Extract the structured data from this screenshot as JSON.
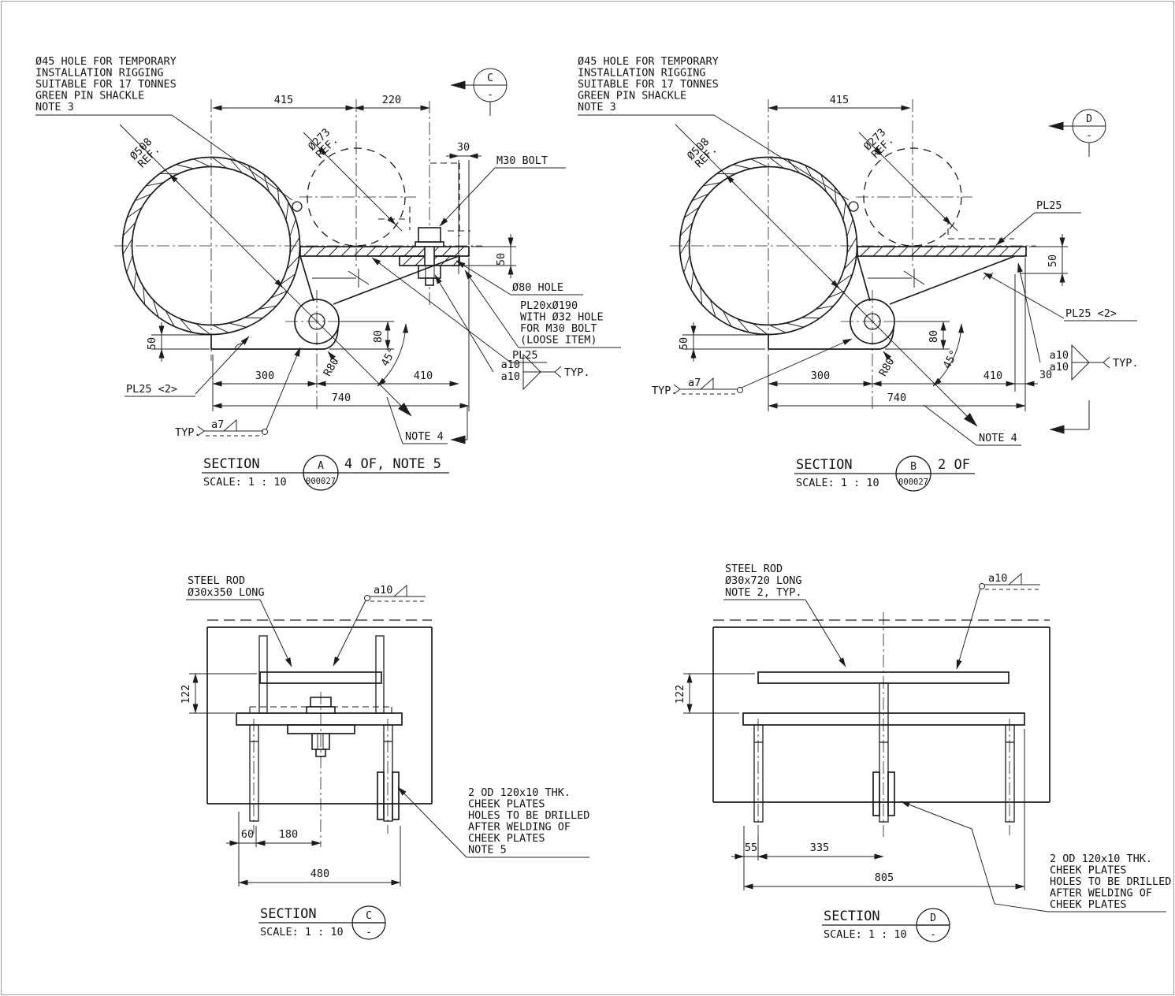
{
  "notes": {
    "rigging": [
      "Ø45 HOLE FOR TEMPORARY",
      "INSTALLATION RIGGING",
      "SUITABLE FOR 17 TONNES",
      "GREEN PIN SHACKLE",
      "NOTE 3"
    ],
    "cheek_c": [
      "2 OD 120x10 THK.",
      "CHEEK PLATES",
      "HOLES TO BE DRILLED",
      "AFTER WELDING OF",
      "CHEEK PLATES",
      "NOTE 5"
    ],
    "cheek_d": [
      "2 OD 120x10 THK.",
      "CHEEK PLATES",
      "HOLES TO BE DRILLED",
      "AFTER WELDING OF",
      "CHEEK PLATES"
    ],
    "rod_c": [
      "STEEL ROD",
      "Ø30x350 LONG"
    ],
    "rod_d": [
      "STEEL ROD",
      "Ø30x720 LONG",
      "NOTE 2, TYP."
    ],
    "loose": [
      "PL20xØ190",
      "WITH Ø32 HOLE",
      "FOR M30 BOLT",
      "(LOOSE ITEM)"
    ]
  },
  "labels": {
    "dia508": "Ø508",
    "dia273": "Ø273",
    "ref": "REF.",
    "m30": "M30 BOLT",
    "hole80": "Ø80 HOLE",
    "pl25": "PL25",
    "pl25_2": "PL25 <2>",
    "note4": "NOTE 4",
    "typ": "TYP.",
    "a10": "a10",
    "a7": "a7",
    "r80": "R80",
    "deg45": "45°"
  },
  "dims": {
    "d415": "415",
    "d220": "220",
    "d30": "30",
    "d50": "50",
    "d300": "300",
    "d410": "410",
    "d740": "740",
    "d80": "80",
    "d122": "122",
    "d60": "60",
    "d180": "180",
    "d480": "480",
    "d55": "55",
    "d335": "335",
    "d805": "805"
  },
  "titles": {
    "a": {
      "label": "SECTION",
      "scale": "SCALE: 1 : 10",
      "bubble": "A",
      "num": "000027",
      "suffix": "4 OF, NOTE 5"
    },
    "b": {
      "label": "SECTION",
      "scale": "SCALE: 1 : 10",
      "bubble": "B",
      "num": "000027",
      "suffix": "2 OF"
    },
    "c": {
      "label": "SECTION",
      "scale": "SCALE: 1 : 10",
      "bubble": "C",
      "num": "-"
    },
    "d": {
      "label": "SECTION",
      "scale": "SCALE: 1 : 10",
      "bubble": "D",
      "num": "-"
    }
  },
  "cut_markers": {
    "c": {
      "letter": "C",
      "sub": "-"
    },
    "d": {
      "letter": "D",
      "sub": "-"
    }
  }
}
